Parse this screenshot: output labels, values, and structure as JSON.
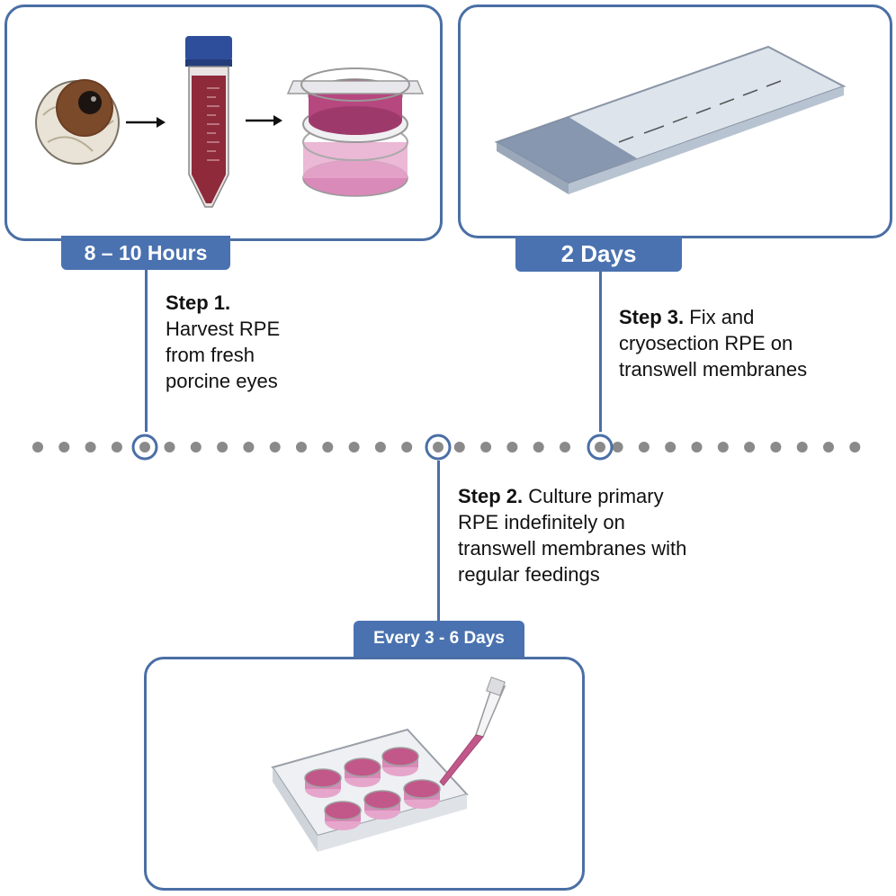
{
  "labels": {
    "duration_step1": "8 – 10 Hours",
    "duration_step3": "2 Days",
    "duration_step2": "Every 3 - 6 Days"
  },
  "steps": {
    "step1": {
      "title": "Step 1.",
      "text_lines": [
        "Harvest RPE",
        "from fresh",
        "porcine eyes"
      ]
    },
    "step2": {
      "title": "Step 2.",
      "title_suffix": " Culture primary",
      "text_lines": [
        "RPE indefinitely on",
        "transwell membranes with",
        "regular feedings"
      ]
    },
    "step3": {
      "title": "Step 3.",
      "title_suffix": " Fix and",
      "text_lines": [
        "cryosection RPE on",
        "transwell membranes"
      ]
    }
  },
  "colors": {
    "accent_blue": "#4a6fa5",
    "tag_blue": "#4a72b0",
    "dot_gray": "#8a8a8a",
    "media_pink": "#c2578a",
    "tissue_red": "#8e2a3a"
  }
}
